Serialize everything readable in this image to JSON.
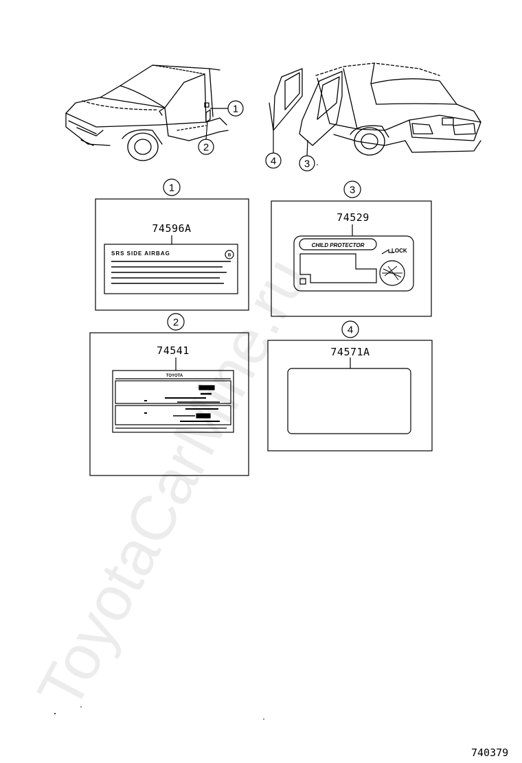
{
  "labels": {
    "l1": {
      "callout": "1",
      "part_no": "74596A",
      "text": "SRS SIDE AIRBAG",
      "badge": "B"
    },
    "l2": {
      "callout": "2",
      "part_no": "74541",
      "brand": "TOYOTA"
    },
    "l3": {
      "callout": "3",
      "part_no": "74529",
      "title": "CHILD PROTECTOR",
      "lock": "LOCK"
    },
    "l4": {
      "callout": "4",
      "part_no": "74571A"
    }
  },
  "watermark": "ToyotaCarMine.ru",
  "diagram_id": "740379"
}
